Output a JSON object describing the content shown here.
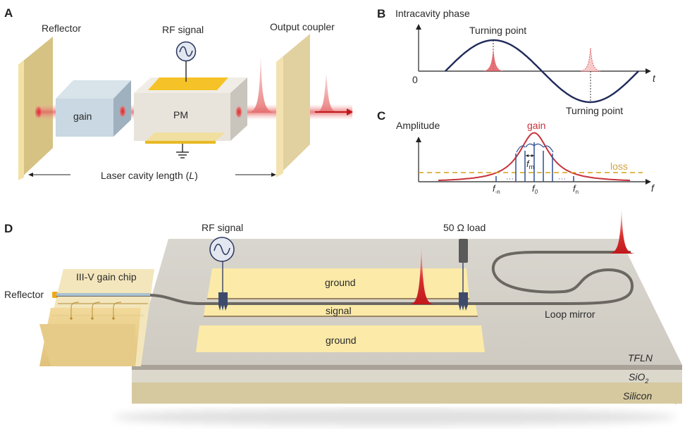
{
  "panels": {
    "A": {
      "letter": "A",
      "reflector_label": "Reflector",
      "rf_signal_label": "RF signal",
      "output_coupler_label": "Output coupler",
      "gain_label": "gain",
      "pm_label": "PM",
      "cavity_length_label": "Laser cavity length (",
      "cavity_length_symbol": "L",
      "cavity_length_close": ")",
      "icons": [
        "ac-source-icon",
        "ground-icon",
        "arrow-left-icon",
        "arrow-right-icon",
        "output-arrow-icon"
      ]
    },
    "B": {
      "letter": "B",
      "y_label": "Intracavity phase",
      "x_label": "t",
      "origin_label": "0",
      "top_annotation": "Turning point",
      "bottom_annotation": "Turning point"
    },
    "C": {
      "letter": "C",
      "y_label": "Amplitude",
      "x_label": "f",
      "gain_label": "gain",
      "loss_label": "loss",
      "fm_label": "f",
      "fm_sub": "m",
      "f_minus_n": "f",
      "f_minus_n_sub": "-n",
      "f0": "f",
      "f0_sub": "0",
      "fn": "f",
      "fn_sub": "n",
      "ellipsis": "···"
    },
    "D": {
      "letter": "D",
      "rf_signal_label": "RF signal",
      "load_label": "50 Ω load",
      "gain_chip_label": "III-V gain chip",
      "reflector_label": "Reflector",
      "ground_top": "ground",
      "signal": "signal",
      "ground_bottom": "ground",
      "loop_mirror_label": "Loop mirror",
      "layers": {
        "tfln": "TFLN",
        "sio2": "SiO",
        "sio2_sub": "2",
        "silicon": "Silicon"
      }
    }
  },
  "colors": {
    "navy": "#1f2a5a",
    "gain_red": "#c8323a",
    "loss_gold": "#d4a017",
    "electrode_yellow": "#f5c227",
    "mirror_tan": "#d8c58c",
    "gain_blue": "#c9d8e2",
    "pm_grey": "#e8e4dc"
  },
  "chart_data": [
    {
      "type": "line",
      "title": "Intracavity phase",
      "xlabel": "t",
      "ylabel": "Intracavity phase",
      "series": [
        {
          "name": "phase",
          "shape": "sinusoid",
          "periods": 1
        }
      ],
      "annotations": [
        "Turning point (maximum)",
        "Turning point (minimum)"
      ]
    },
    {
      "type": "line",
      "title": "Amplitude",
      "xlabel": "f",
      "ylabel": "Amplitude",
      "series": [
        {
          "name": "gain",
          "shape": "lorentzian"
        },
        {
          "name": "loss",
          "shape": "constant"
        }
      ],
      "comb_lines": [
        "f-n",
        "f0",
        "fn"
      ],
      "spacing_label": "fm"
    }
  ]
}
